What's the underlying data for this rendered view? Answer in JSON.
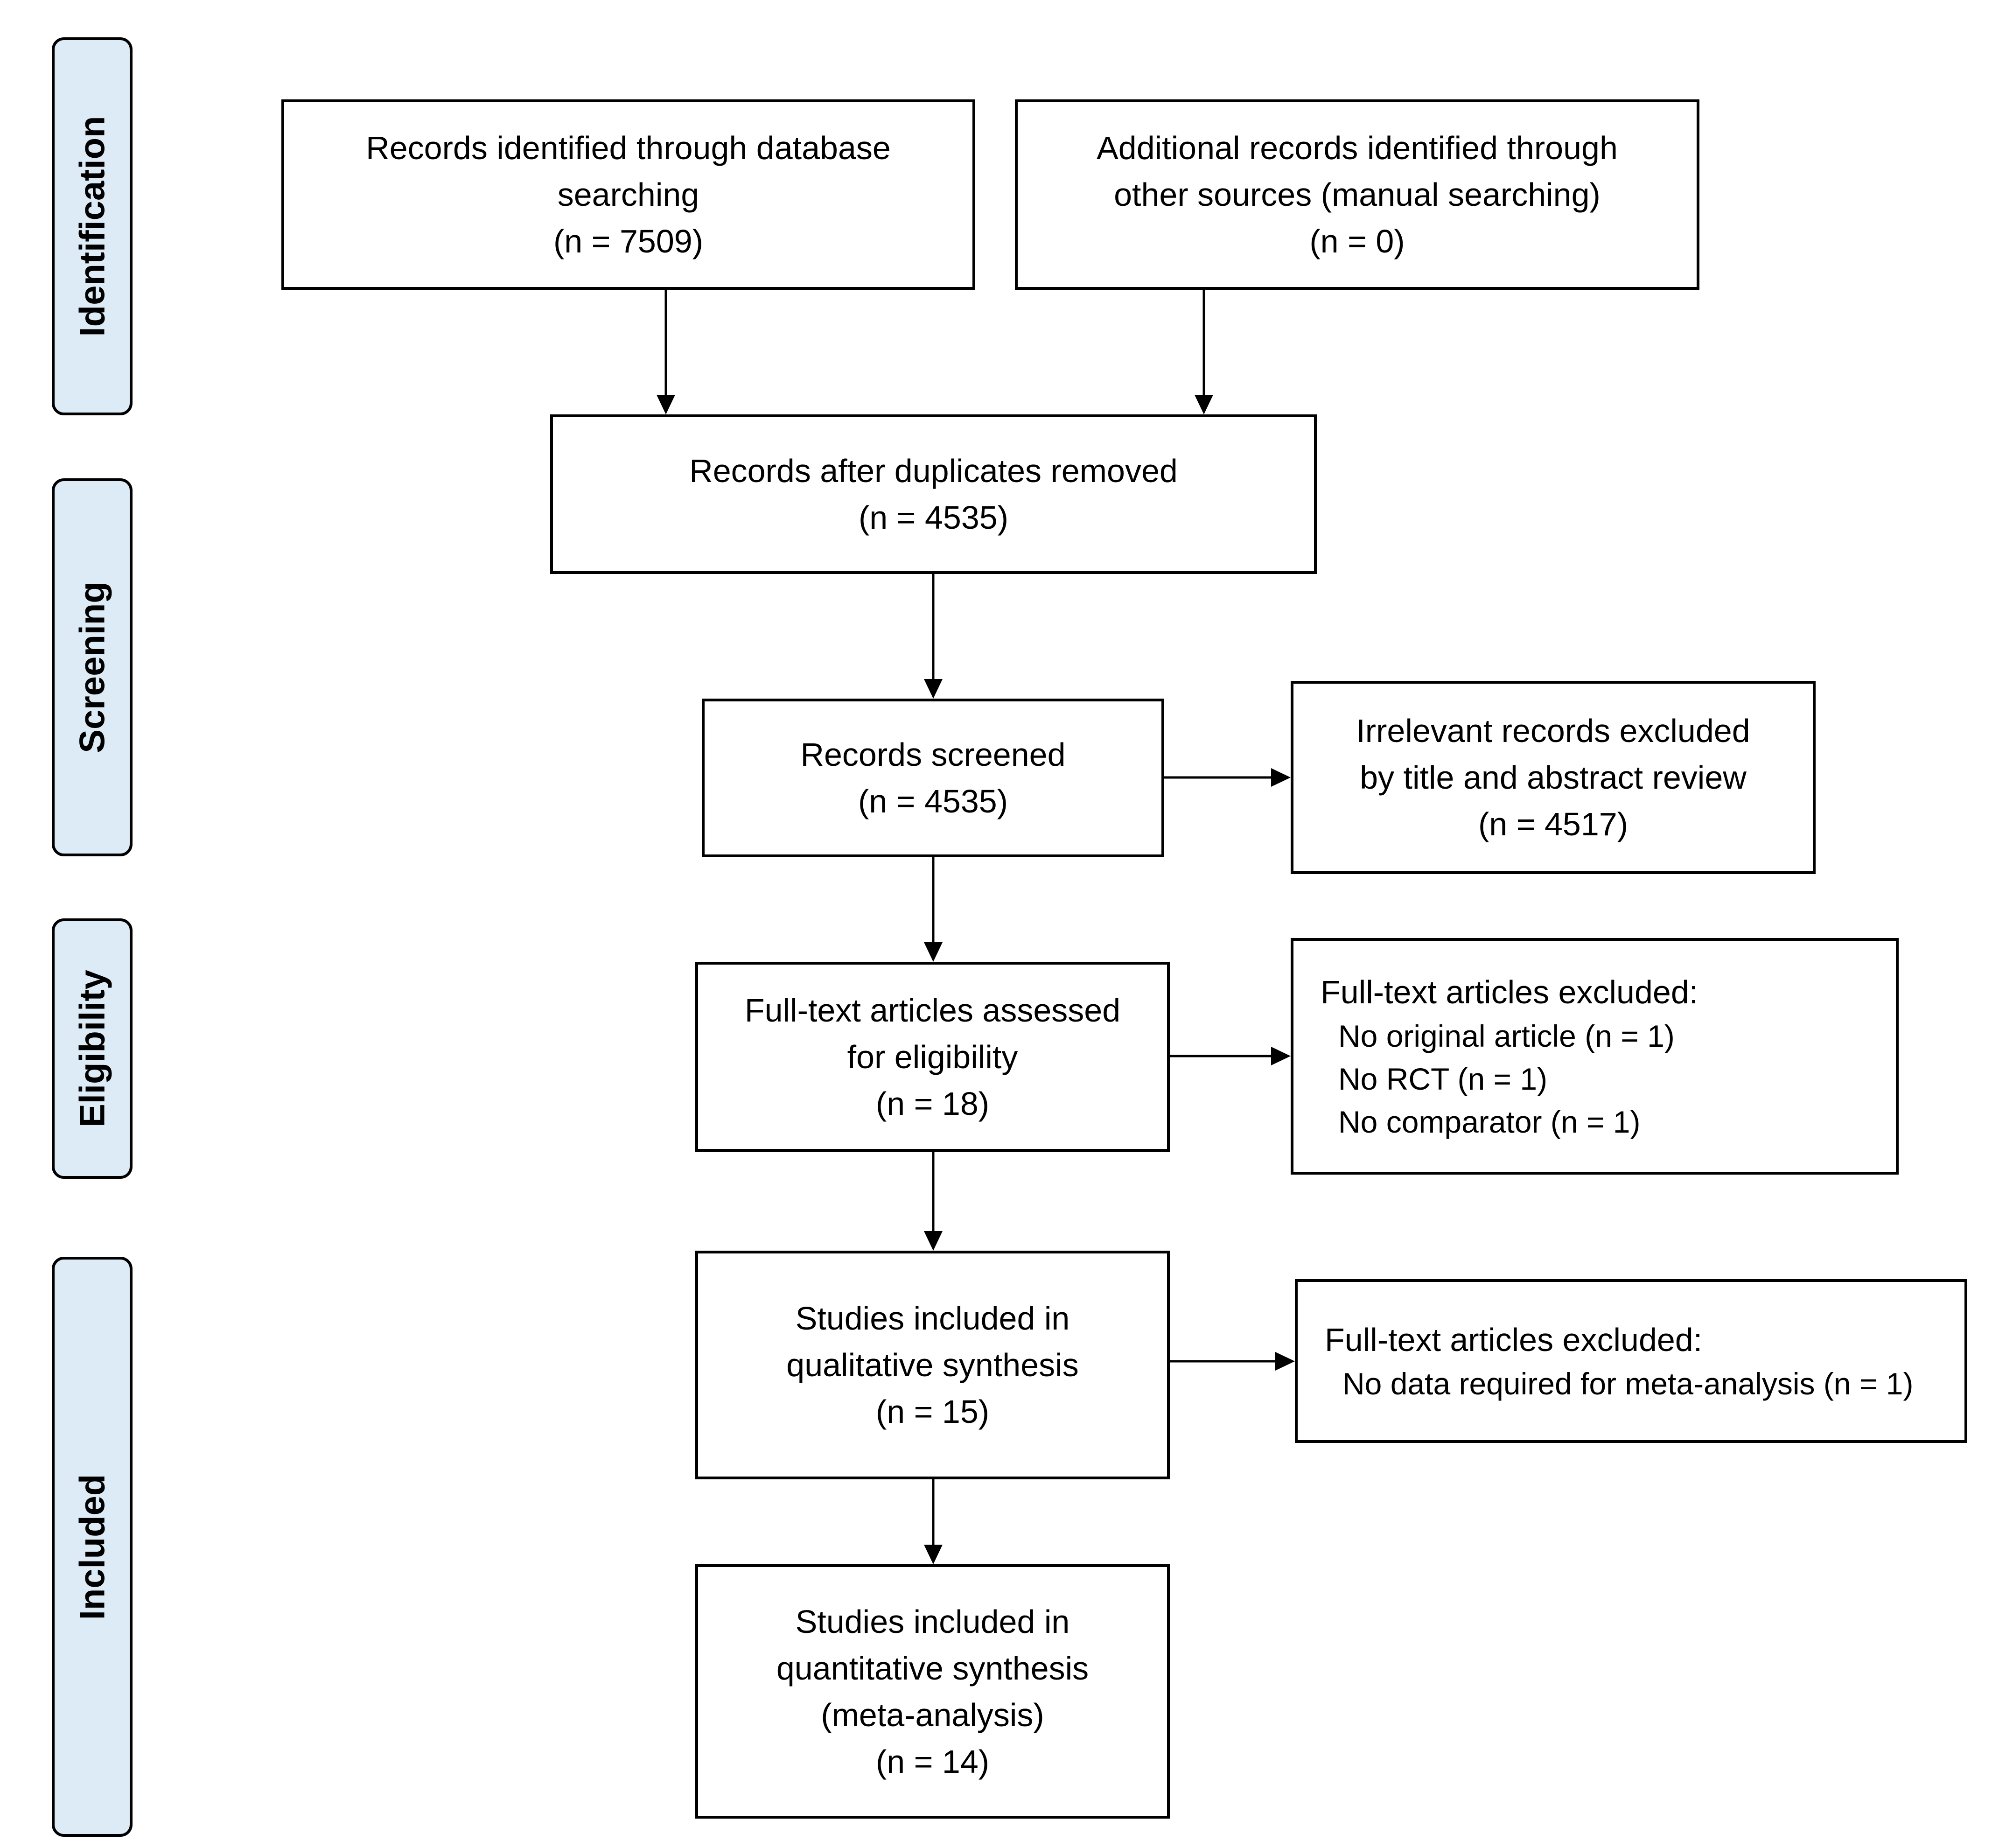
{
  "phases": {
    "identification": "Identification",
    "screening": "Screening",
    "eligibility": "Eligibility",
    "included": "Included"
  },
  "boxes": {
    "database_records": {
      "line1": "Records identified through database",
      "line2": "searching",
      "count": "(n = 7509)"
    },
    "additional_records": {
      "line1": "Additional records identified through",
      "line2": "other sources (manual searching)",
      "count": "(n = 0)"
    },
    "after_duplicates": {
      "line1": "Records after duplicates removed",
      "count": "(n = 4535)"
    },
    "screened": {
      "line1": "Records screened",
      "count": "(n = 4535)"
    },
    "irrelevant_excluded": {
      "line1": "Irrelevant records excluded",
      "line2": "by title and abstract review",
      "count": "(n = 4517)"
    },
    "fulltext_assessed": {
      "line1": "Full-text articles assessed",
      "line2": "for eligibility",
      "count": "(n = 18)"
    },
    "fulltext_excluded": {
      "heading": "Full-text articles excluded:",
      "items": [
        "No original article (n = 1)",
        "No RCT (n = 1)",
        "No comparator (n = 1)"
      ]
    },
    "qualitative": {
      "line1": "Studies included in",
      "line2": "qualitative synthesis",
      "count": "(n = 15)"
    },
    "meta_excluded": {
      "heading": "Full-text articles excluded:",
      "items": [
        "No data required for meta-analysis (n = 1)"
      ]
    },
    "quantitative": {
      "line1": "Studies included in",
      "line2": "quantitative synthesis",
      "line3": "(meta-analysis)",
      "count": "(n = 14)"
    }
  }
}
